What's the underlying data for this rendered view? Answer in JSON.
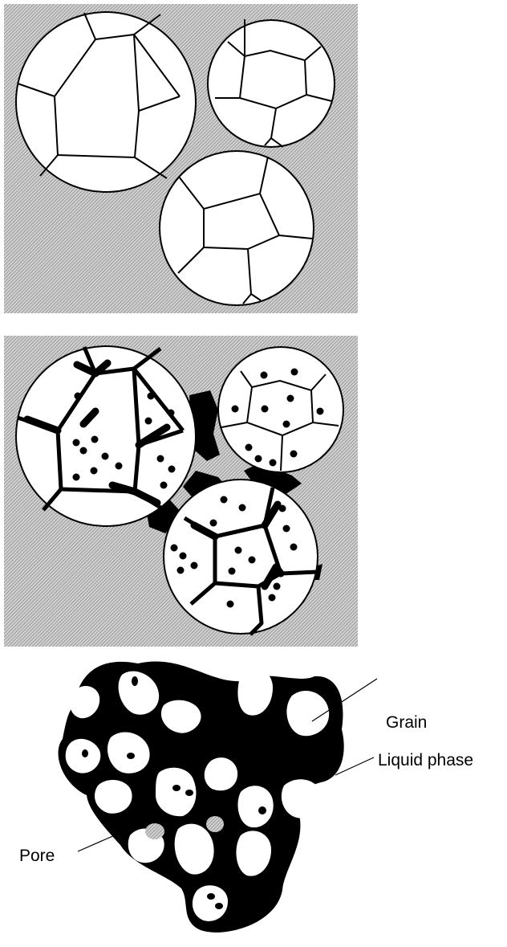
{
  "labels": {
    "grain": "Grain",
    "liquid_phase": "Liquid phase",
    "pore": "Pore"
  },
  "colors": {
    "matrix_gray": "#b3b3b3",
    "grain_white": "#ffffff",
    "liquid_black": "#000000",
    "pore_gray": "#a8a8a8"
  }
}
